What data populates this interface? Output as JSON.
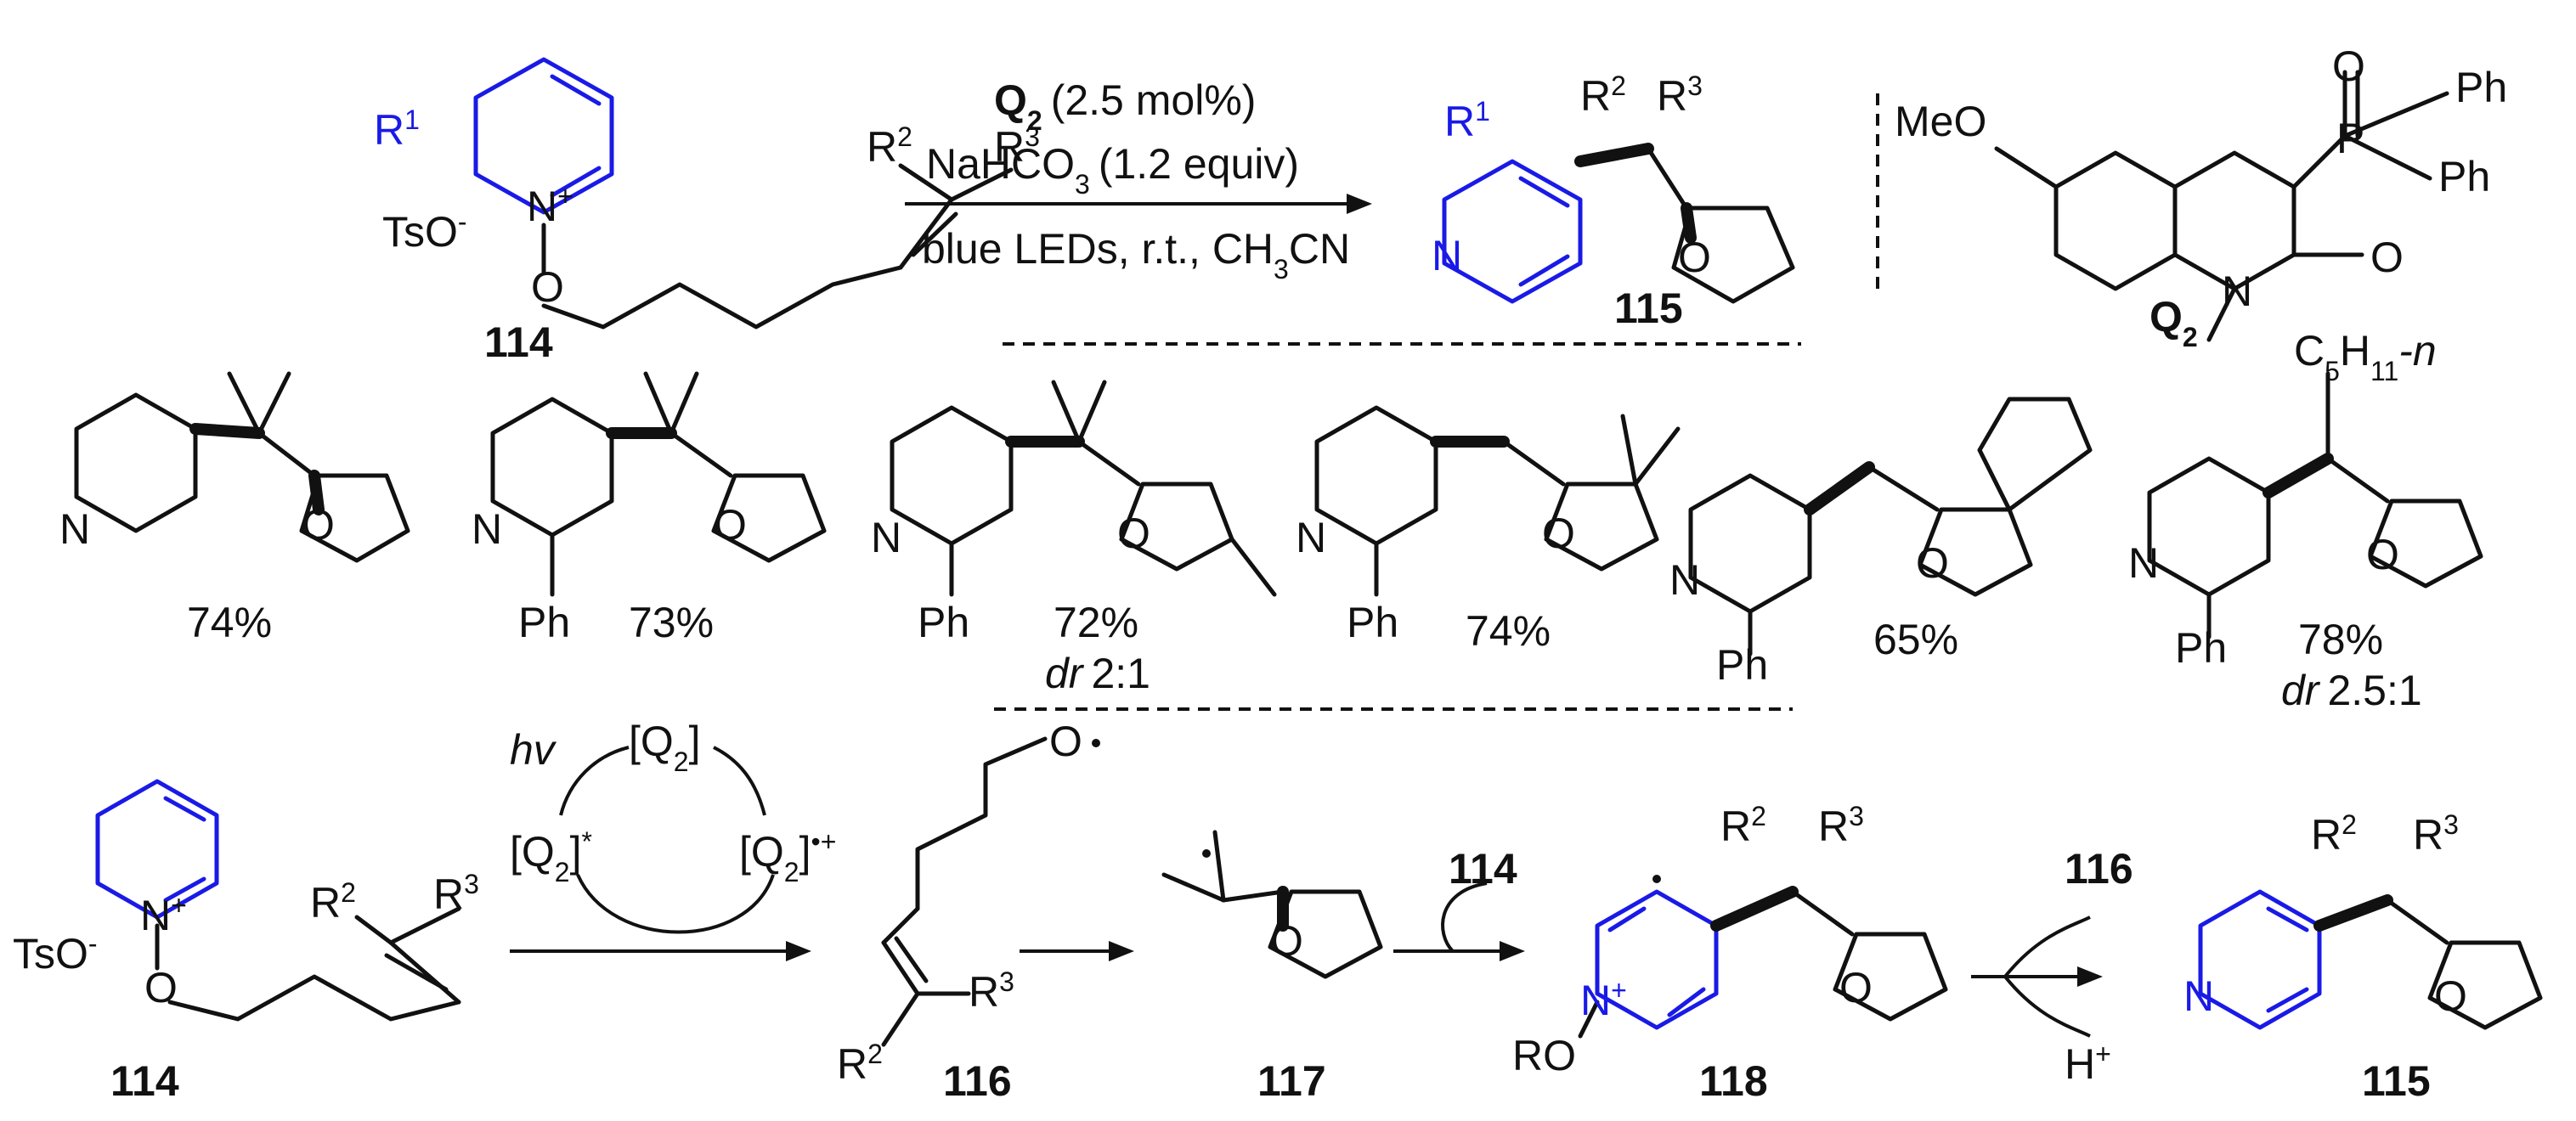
{
  "scheme": {
    "reaction": {
      "catalyst": "Q",
      "catalyst_sub": "2",
      "catalyst_loading": "(2.5 mol%)",
      "base": "NaHCO",
      "base_sub": "3",
      "base_amount": "(1.2 equiv)",
      "conditions_a": "blue LEDs, r.t., CH",
      "conditions_sub": "3",
      "conditions_b": "CN"
    },
    "substituents": {
      "R1": "R",
      "R1_sup": "1",
      "R2": "R",
      "R2_sup": "2",
      "R3": "R",
      "R3_sup": "3",
      "OTs": "TsO",
      "OTs_sup": "-",
      "N_plus": "N",
      "N_plus_sup": "+",
      "O": "O",
      "N": "N",
      "MeO": "MeO",
      "P": "P",
      "Ph": "Ph",
      "RO": "RO"
    },
    "compounds": {
      "sm": "114",
      "product": "115",
      "alkoxy": "116",
      "radical": "117",
      "adduct": "118",
      "catalyst_label": "Q",
      "catalyst_label_sub": "2"
    },
    "scope": {
      "yields": [
        "74%",
        "73%",
        "72%",
        "74%",
        "65%",
        "78%"
      ],
      "dr_prefix": "dr",
      "dr_values": [
        "2:1",
        "2.5:1"
      ],
      "pentyl": "C",
      "pentyl_sub1": "5",
      "pentyl_mid": "H",
      "pentyl_sub2": "11",
      "pentyl_suffix": "-n"
    },
    "mechanism": {
      "hv": "hv",
      "q2": "[Q",
      "q2_sub": "2",
      "q2_close": "]",
      "star": "*",
      "radcat": "•+",
      "H_plus": "H",
      "H_plus_sup": "+"
    },
    "colors": {
      "ink": "#111111",
      "highlight": "#1a1ae6"
    }
  }
}
